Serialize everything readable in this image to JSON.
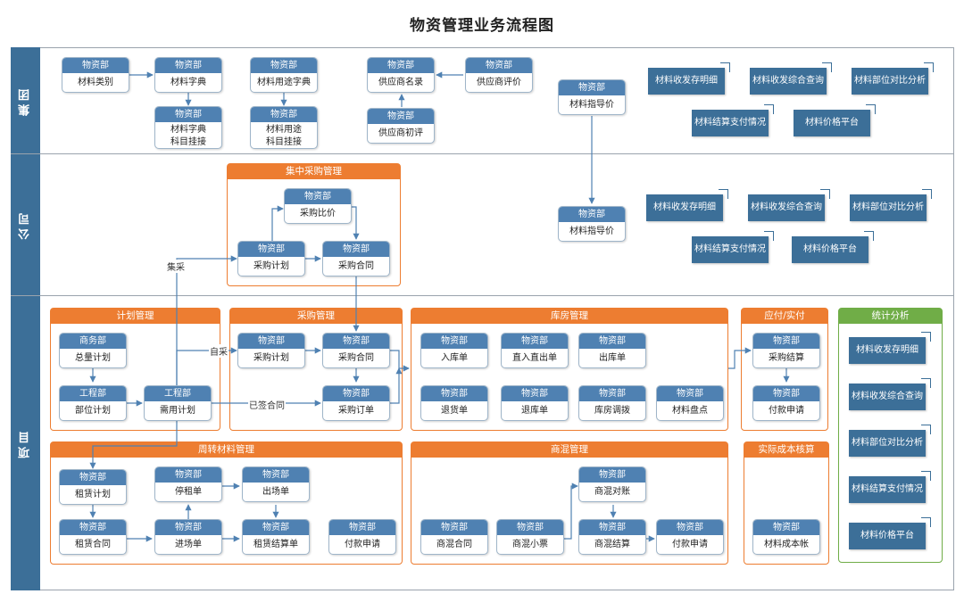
{
  "title": "物资管理业务流程图",
  "lanes": {
    "group": "集团",
    "company": "公司",
    "project": "项目"
  },
  "groups": {
    "centralized": "集中采购管理",
    "plan": "计划管理",
    "purchase": "采购管理",
    "warehouse": "库房管理",
    "payable": "应付/实付",
    "stats": "统计分析",
    "turnover": "周转材料管理",
    "concrete": "商混管理",
    "cost": "实际成本核算"
  },
  "edge_labels": {
    "jicai": "集采",
    "zicai": "自采",
    "signed": "已签合同"
  },
  "nodes": {
    "g_cat": {
      "dept": "物资部",
      "name": "材料类别"
    },
    "g_dict": {
      "dept": "物资部",
      "name": "材料字典"
    },
    "g_use": {
      "dept": "物资部",
      "name": "材料用途字典"
    },
    "g_dictlink": {
      "dept": "物资部",
      "name": "材料字典\n科目挂接"
    },
    "g_uselink": {
      "dept": "物资部",
      "name": "材料用途\n科目挂接"
    },
    "g_supplier": {
      "dept": "物资部",
      "name": "供应商名录"
    },
    "g_eval": {
      "dept": "物资部",
      "name": "供应商评价"
    },
    "g_first": {
      "dept": "物资部",
      "name": "供应商初评"
    },
    "g_guide": {
      "dept": "物资部",
      "name": "材料指导价"
    },
    "c_compare": {
      "dept": "物资部",
      "name": "采购比价"
    },
    "c_plan": {
      "dept": "物资部",
      "name": "采购计划"
    },
    "c_contract": {
      "dept": "物资部",
      "name": "采购合同"
    },
    "c_guide": {
      "dept": "物资部",
      "name": "材料指导价"
    },
    "p_total": {
      "dept": "商务部",
      "name": "总量计划"
    },
    "p_part": {
      "dept": "工程部",
      "name": "部位计划"
    },
    "p_need": {
      "dept": "工程部",
      "name": "需用计划"
    },
    "p_pplan": {
      "dept": "物资部",
      "name": "采购计划"
    },
    "p_pcontract": {
      "dept": "物资部",
      "name": "采购合同"
    },
    "p_order": {
      "dept": "物资部",
      "name": "采购订单"
    },
    "w_in": {
      "dept": "物资部",
      "name": "入库单"
    },
    "w_direct": {
      "dept": "物资部",
      "name": "直入直出单"
    },
    "w_out": {
      "dept": "物资部",
      "name": "出库单"
    },
    "w_return": {
      "dept": "物资部",
      "name": "退货单"
    },
    "w_back": {
      "dept": "物资部",
      "name": "退库单"
    },
    "w_transfer": {
      "dept": "物资部",
      "name": "库房调拨"
    },
    "w_count": {
      "dept": "物资部",
      "name": "材料盘点"
    },
    "pay_settle": {
      "dept": "物资部",
      "name": "采购结算"
    },
    "pay_apply": {
      "dept": "物资部",
      "name": "付款申请"
    },
    "t_lplan": {
      "dept": "物资部",
      "name": "租赁计划"
    },
    "t_stop": {
      "dept": "物资部",
      "name": "停租单"
    },
    "t_exit": {
      "dept": "物资部",
      "name": "出场单"
    },
    "t_lcontract": {
      "dept": "物资部",
      "name": "租赁合同"
    },
    "t_enter": {
      "dept": "物资部",
      "name": "进场单"
    },
    "t_lsettle": {
      "dept": "物资部",
      "name": "租赁结算单"
    },
    "t_pay": {
      "dept": "物资部",
      "name": "付款申请"
    },
    "m_contract": {
      "dept": "物资部",
      "name": "商混合同"
    },
    "m_ticket": {
      "dept": "物资部",
      "name": "商混小票"
    },
    "m_check": {
      "dept": "物资部",
      "name": "商混对账"
    },
    "m_settle": {
      "dept": "物资部",
      "name": "商混结算"
    },
    "m_pay": {
      "dept": "物资部",
      "name": "付款申请"
    },
    "cost_ledger": {
      "dept": "物资部",
      "name": "材料成本帐"
    }
  },
  "reports": {
    "g_r1": "材料收发存明细",
    "g_r2": "材料收发综合查询",
    "g_r3": "材料部位对比分析",
    "g_r4": "材料结算支付情况",
    "g_r5": "材料价格平台",
    "c_r1": "材料收发存明细",
    "c_r2": "材料收发综合查询",
    "c_r3": "材料部位对比分析",
    "c_r4": "材料结算支付情况",
    "c_r5": "材料价格平台",
    "s_r1": "材料收发存明细",
    "s_r2": "材料收发综合查询",
    "s_r3": "材料部位对比分析",
    "s_r4": "材料结算支付情况",
    "s_r5": "材料价格平台"
  }
}
